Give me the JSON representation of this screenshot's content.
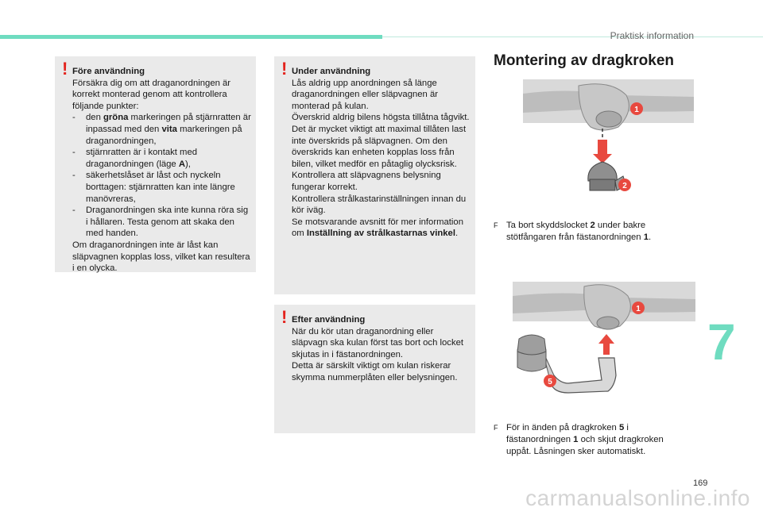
{
  "header": {
    "title": "Praktisk information"
  },
  "box_before": {
    "title": "Före användning",
    "intro": "Försäkra dig om att draganordningen är korrekt monterad genom att kontrollera följande punkter:",
    "items": [
      {
        "pre": "den ",
        "b1": "gröna",
        "mid": " markeringen på stjärnratten är inpassad med den ",
        "b2": "vita",
        "post": " markeringen på draganordningen,"
      },
      {
        "pre": "stjärnratten är i kontakt med draganordningen (läge ",
        "b1": "A",
        "post": "),"
      },
      {
        "text": "säkerhetslåset är låst och nyckeln borttagen: stjärnratten kan inte längre manövreras,"
      },
      {
        "text": "Draganordningen ska inte kunna röra sig i hållaren. Testa genom att skaka den med handen."
      }
    ],
    "outro": "Om draganordningen inte är låst kan släpvagnen kopplas loss, vilket kan resultera i en olycka."
  },
  "box_during": {
    "title": "Under användning",
    "p1": "Lås aldrig upp anordningen så länge draganordningen eller släpvagnen är monterad på kulan.",
    "p2": "Överskrid aldrig bilens högsta tillåtna tågvikt.",
    "p3": "Det är mycket viktigt att maximal tillåten last inte överskrids på släpvagnen. Om den överskrids kan enheten kopplas loss från bilen, vilket medför en påtaglig olycksrisk.",
    "p4": "Kontrollera att släpvagnens belysning fungerar korrekt.",
    "p5": "Kontrollera strålkastarinställningen innan du kör iväg.",
    "p6_pre": "Se motsvarande avsnitt för mer information om ",
    "p6_bold": "Inställning av strålkastarnas vinkel",
    "p6_post": "."
  },
  "box_after": {
    "title": "Efter användning",
    "p1": "När du kör utan draganordning eller släpvagn ska kulan först tas bort och locket skjutas in i fästanordningen.",
    "p2": "Detta är särskilt viktigt om kulan riskerar skymma nummerplåten eller belysningen."
  },
  "section": {
    "title": "Montering av dragkroken"
  },
  "fig1": {
    "callout1": "1",
    "callout2": "2"
  },
  "fig2": {
    "callout1": "1",
    "callout5": "5"
  },
  "step1": {
    "bullet": "F",
    "t1": "Ta bort skyddslocket ",
    "b1": "2",
    "t2": " under bakre stötfångaren från fästanordningen ",
    "b2": "1",
    "t3": "."
  },
  "step2": {
    "bullet": "F",
    "t1": "För in änden på dragkroken ",
    "b1": "5",
    "t2": " i fästanordningen ",
    "b2": "1",
    "t3": " och skjut dragkroken uppåt. Låsningen sker automatiskt."
  },
  "chapter": "7",
  "page_number": "169",
  "watermark": "carmanualsonline.info",
  "colors": {
    "accent": "#6fdcc0",
    "warning": "#e3231d",
    "box_bg": "#eaeaea",
    "callout": "#e8493f"
  }
}
